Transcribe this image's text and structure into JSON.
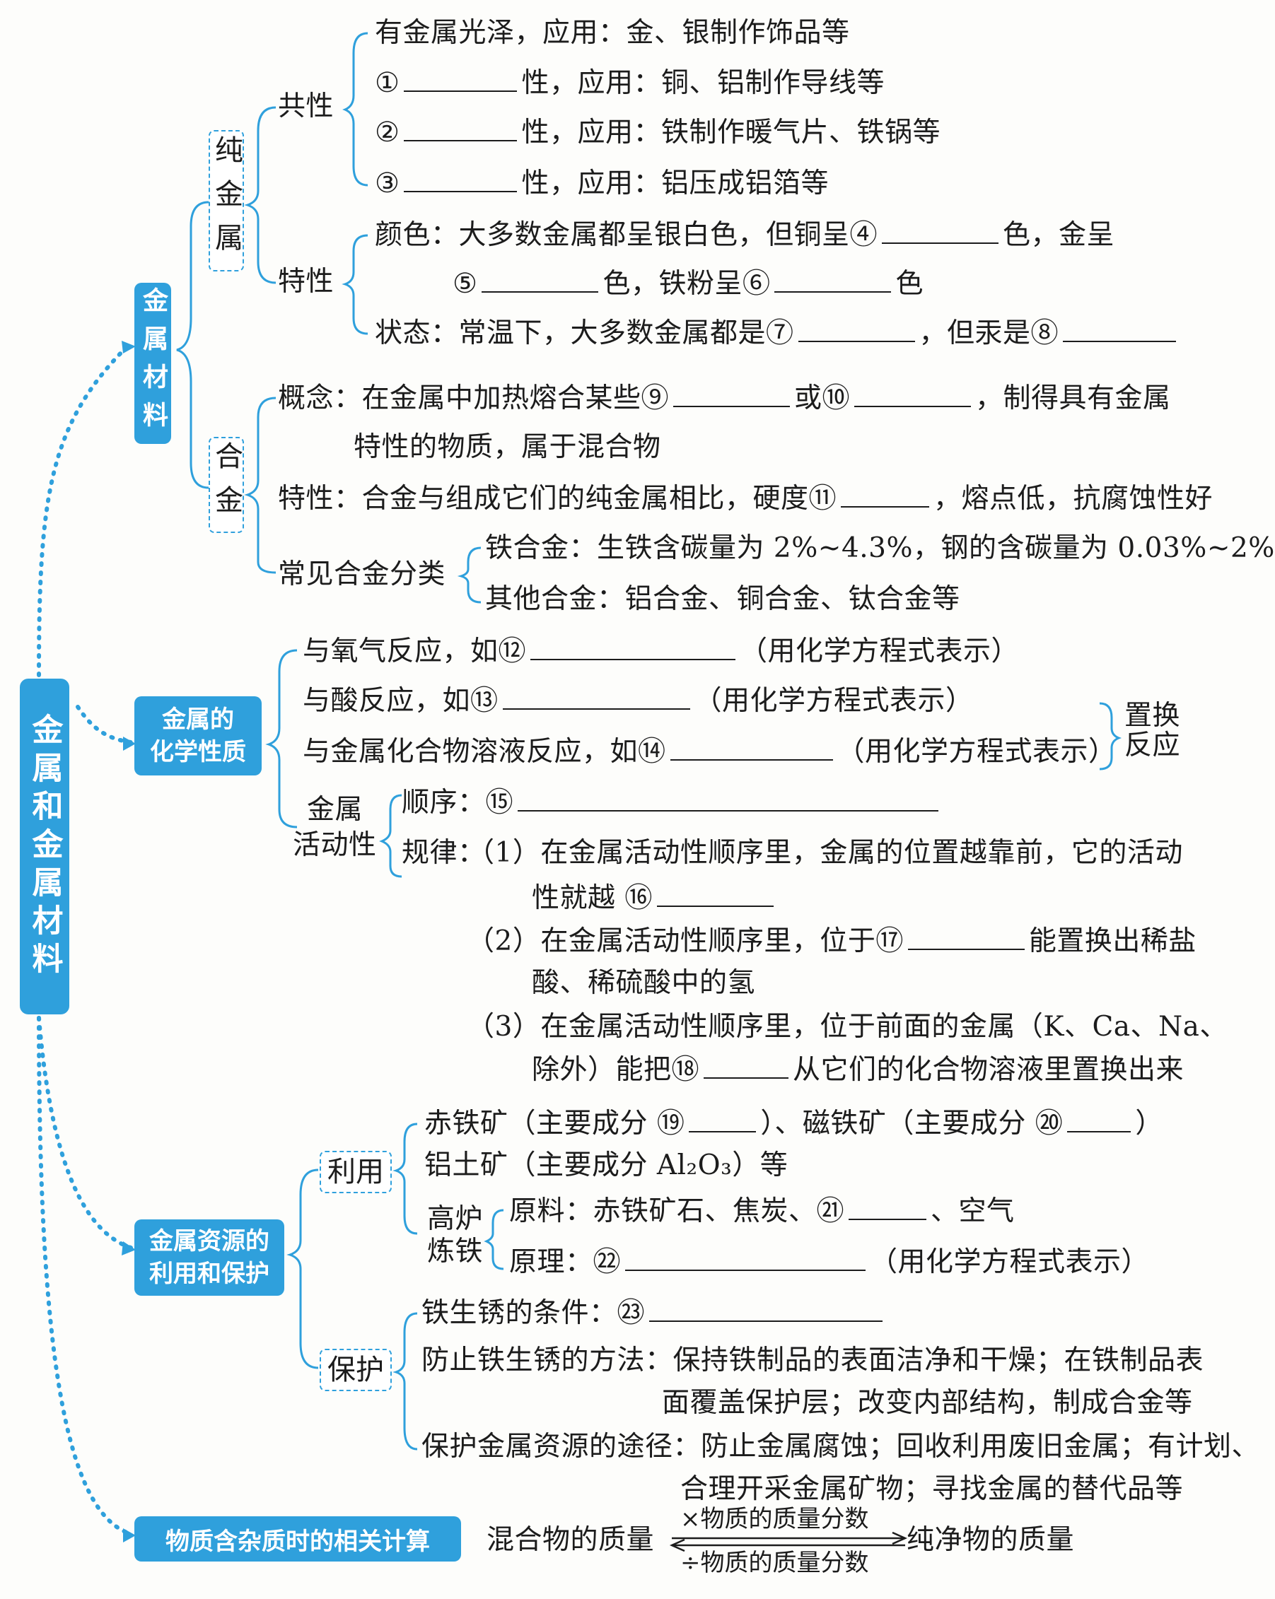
{
  "root": {
    "label": "金属和金属材料"
  },
  "sections": {
    "materials": {
      "label": "金属材料",
      "pure": {
        "label": "纯金属",
        "common": {
          "label": "共性",
          "items": [
            {
              "prefix": "有金属光泽，应用：金、银制作饰品等"
            },
            {
              "num": "①",
              "suffix": "性，应用：铜、铝制作导线等"
            },
            {
              "num": "②",
              "suffix": "性，应用：铁制作暖气片、铁锅等"
            },
            {
              "num": "③",
              "suffix": "性，应用：铝压成铝箔等"
            }
          ]
        },
        "special": {
          "label": "特性",
          "color_line1": "颜色：大多数金属都呈银白色，但铜呈④",
          "color_line1b": "色，金呈",
          "color_line2a": "⑤",
          "color_line2b": "色，铁粉呈⑥",
          "color_line2c": "色",
          "state_a": "状态：常温下，大多数金属都是⑦",
          "state_b": "，但汞是⑧"
        }
      },
      "alloy": {
        "label": "合金",
        "concept_a": "概念：在金属中加热熔合某些⑨",
        "concept_b": "或⑩",
        "concept_c": "，制得具有金属",
        "concept_line2": "特性的物质，属于混合物",
        "property_a": "特性：合金与组成它们的纯金属相比，硬度⑪",
        "property_b": "，熔点低，抗腐蚀性好",
        "types_label": "常见合金分类",
        "types": [
          "铁合金：生铁含碳量为 2%~4.3%，钢的含碳量为 0.03%~2%",
          "其他合金：铝合金、铜合金、钛合金等"
        ]
      }
    },
    "chemical": {
      "label_line1": "金属的",
      "label_line2": "化学性质",
      "oxygen_a": "与氧气反应，如⑫",
      "oxygen_b": "（用化学方程式表示）",
      "acid_a": "与酸反应，如⑬",
      "acid_b": "（用化学方程式表示）",
      "salt_a": "与金属化合物溶液反应，如⑭",
      "salt_b": "（用化学方程式表示）",
      "replacement_line1": "置换",
      "replacement_line2": "反应",
      "activity_line1": "金属",
      "activity_line2": "活动性",
      "order": "顺序：⑮",
      "rule_prefix": "规律：",
      "rule1_a": "（1）在金属活动性顺序里，金属的位置越靠前，它的活动",
      "rule1_b": "性就越 ⑯",
      "rule2_a": "（2）在金属活动性顺序里，位于⑰",
      "rule2_b": "能置换出稀盐",
      "rule2_c": "酸、稀硫酸中的氢",
      "rule3_a": "（3）在金属活动性顺序里，位于前面的金属（K、Ca、Na、",
      "rule3_b": "除外）能把⑱",
      "rule3_c": "从它们的化合物溶液里置换出来"
    },
    "resources": {
      "label_line1": "金属资源的",
      "label_line2": "利用和保护",
      "use": {
        "label": "利用",
        "ore_a": "赤铁矿（主要成分 ⑲",
        "ore_b": "）、磁铁矿（主要成分 ⑳",
        "ore_c": "）",
        "bauxite": "铝土矿（主要成分 Al₂O₃）等",
        "furnace_line1": "高炉",
        "furnace_line2": "炼铁",
        "materials_a": "原料：赤铁矿石、焦炭、㉑",
        "materials_b": "、空气",
        "principle_a": "原理：㉒",
        "principle_b": "（用化学方程式表示）"
      },
      "protect": {
        "label": "保护",
        "rust": "铁生锈的条件：㉓",
        "prevent_line1": "防止铁生锈的方法：保持铁制品的表面洁净和干燥；在铁制品表",
        "prevent_line2": "面覆盖保护层；改变内部结构，制成合金等",
        "conserve_line1": "保护金属资源的途径：防止金属腐蚀；回收利用废旧金属；有计划、",
        "conserve_line2": "合理开采金属矿物；寻找金属的替代品等"
      }
    },
    "impurity": {
      "label": "物质含杂质时的相关计算",
      "left": "混合物的质量",
      "top": "×物质的质量分数",
      "bottom": "÷物质的质量分数",
      "right": "纯净物的质量"
    }
  },
  "colors": {
    "accent": "#2fa0dc",
    "text": "#1c1c1c"
  }
}
